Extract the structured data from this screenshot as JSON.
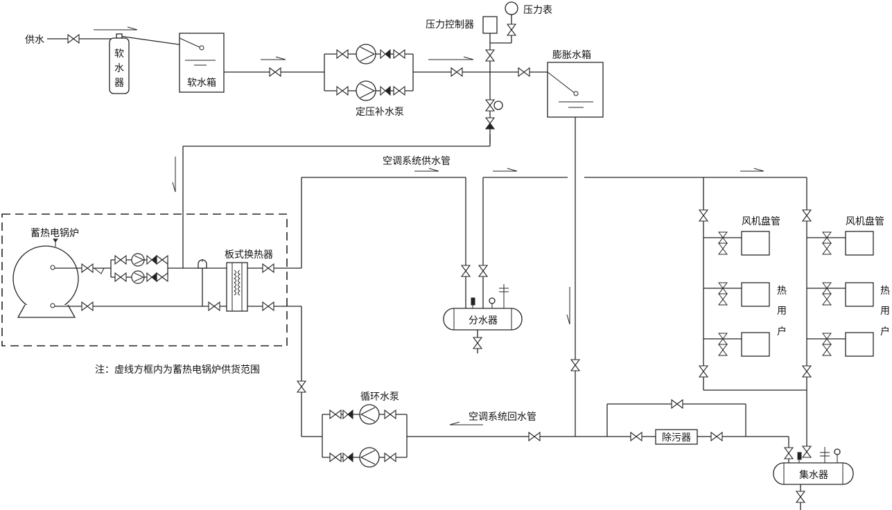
{
  "labels": {
    "water_supply": "供水",
    "softener": "软水器",
    "soft_tank": "软水箱",
    "pressure_controller": "压力控制器",
    "pressure_gauge": "压力表",
    "makeup_pump": "定压补水泵",
    "expansion_tank": "膨胀水箱",
    "supply_pipe": "空调系统供水管",
    "boiler": "蓄热电锅炉",
    "plate_exchanger": "板式换热器",
    "distributor": "分水器",
    "fan_coil_1": "风机盘管",
    "fan_coil_2": "风机盘管",
    "heat_user_1": "热用户",
    "heat_user_2": "热用户",
    "note": "注：虚线方框内为蓄热电锅炉供货范围",
    "circulation_pump": "循环水泵",
    "return_pipe": "空调系统回水管",
    "dirt_separator": "除污器",
    "collector": "集水器"
  }
}
